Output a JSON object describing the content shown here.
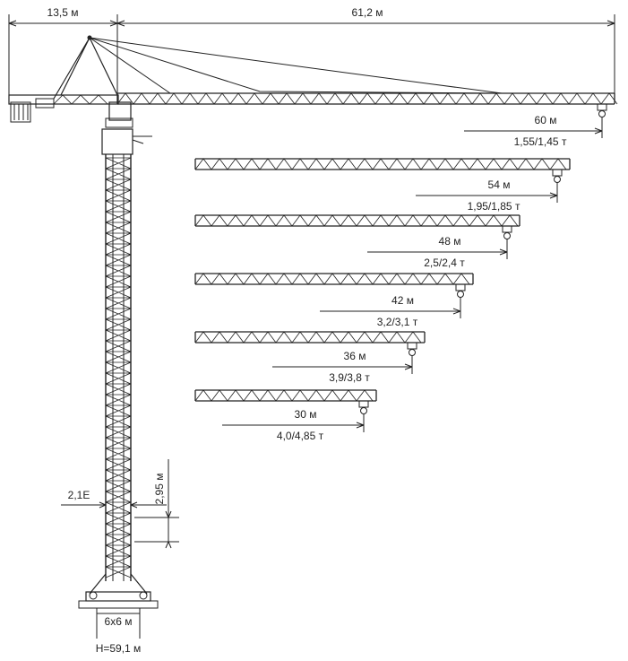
{
  "dimensions": {
    "counter_jib": "13,5 м",
    "main_jib": "61,2 м",
    "tower_width": "2,1Е",
    "section_height": "2,95 м",
    "base": "6х6 м",
    "height": "Н=59,1 м"
  },
  "jibs": [
    {
      "reach": "60 м",
      "load": "1,55/1,45 т"
    },
    {
      "reach": "54 м",
      "load": "1,95/1,85 т"
    },
    {
      "reach": "48 м",
      "load": "2,5/2,4 т"
    },
    {
      "reach": "42 м",
      "load": "3,2/3,1 т"
    },
    {
      "reach": "36 м",
      "load": "3,9/3,8 т"
    },
    {
      "reach": "30 м",
      "load": "4,0/4,85 т"
    }
  ],
  "colors": {
    "line": "#222222",
    "background": "#ffffff"
  }
}
